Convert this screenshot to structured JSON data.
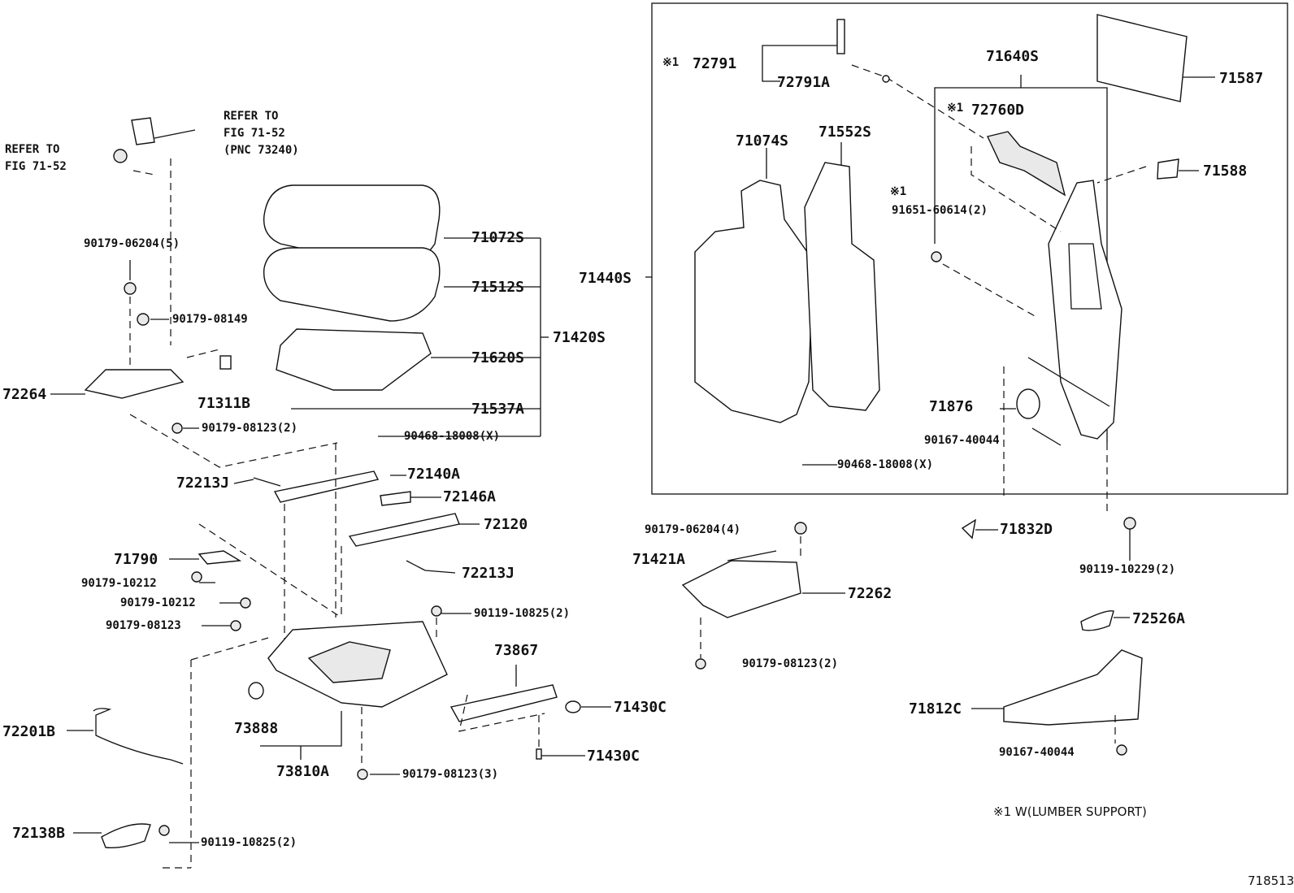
{
  "labels": {
    "p71640S": "71640S",
    "p71587": "71587",
    "p72791": "72791",
    "p72791A": "72791A",
    "p72760D": "72760D",
    "p71588": "71588",
    "p71074S": "71074S",
    "p71552S": "71552S",
    "p91651": "91651-60614(2)",
    "p71440S": "71440S",
    "p71876": "71876",
    "p90167a": "90167-40044",
    "p90468b": "90468-18008(X)",
    "p71832D": "71832D",
    "p90119_10229": "90119-10229(2)",
    "p90179_06204_4": "90179-06204(4)",
    "p71421A": "71421A",
    "p72262": "72262",
    "p90179_08123_2b": "90179-08123(2)",
    "p72526A": "72526A",
    "p71812C": "71812C",
    "p90167b": "90167-40044",
    "p71072S": "71072S",
    "p71512S": "71512S",
    "p71420S": "71420S",
    "p71620S": "71620S",
    "p71537A": "71537A",
    "p90468a": "90468-18008(X)",
    "p90179_06204_5": "90179-06204(5)",
    "p90179_08149": "90179-08149",
    "p72264": "72264",
    "p71311B": "71311B",
    "p90179_08123_2a": "90179-08123(2)",
    "p72213J_a": "72213J",
    "p72140A": "72140A",
    "p72146A": "72146A",
    "p72120": "72120",
    "p72213J_b": "72213J",
    "p71790": "71790",
    "p90179_10212a": "90179-10212",
    "p90179_10212b": "90179-10212",
    "p90179_08123": "90179-08123",
    "p90119_10825_2a": "90119-10825(2)",
    "p73867": "73867",
    "p71430C_a": "71430C",
    "p71430C_b": "71430C",
    "p73888": "73888",
    "p73810A": "73810A",
    "p90179_08123_3": "90179-08123(3)",
    "p72201B": "72201B",
    "p72138B": "72138B",
    "p90119_10825_2b": "90119-10825(2)"
  },
  "refs": {
    "left_line1": "REFER TO",
    "left_line2": "FIG 71-52",
    "right_line1": "REFER TO",
    "right_line2": "FIG 71-52",
    "right_line3": "(PNC 73240)"
  },
  "marks": {
    "m72791": "※1",
    "m72760D": "※1",
    "m91651": "※1"
  },
  "note": "※1 W(LUMBER SUPPORT)",
  "figure_number": "718513"
}
